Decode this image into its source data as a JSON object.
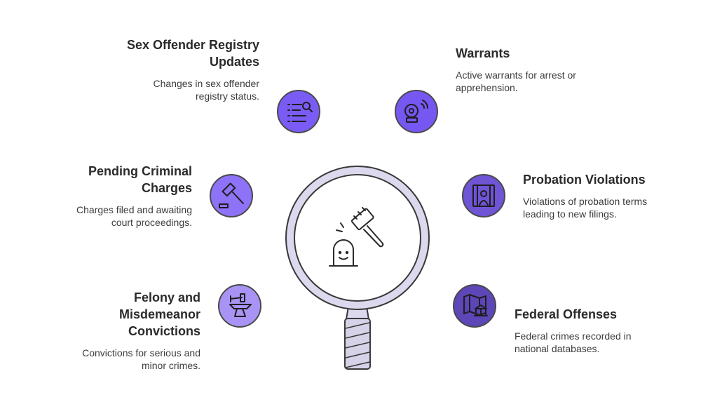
{
  "items": [
    {
      "title": "Sex Offender Registry Updates",
      "description": "Changes in sex offender registry status.",
      "icon": "registry-search-icon",
      "color": "#7a5cf5"
    },
    {
      "title": "Pending Criminal Charges",
      "description": "Charges filed and awaiting court proceedings.",
      "icon": "gavel-icon",
      "color": "#8e72f7"
    },
    {
      "title": "Felony and Misdemeanor Convictions",
      "description": "Convictions for serious and minor crimes.",
      "icon": "anvil-hammer-icon",
      "color": "#a994f6"
    },
    {
      "title": "Warrants",
      "description": "Active warrants for arrest or apprehension.",
      "icon": "alarm-siren-icon",
      "color": "#7657f2"
    },
    {
      "title": "Probation Violations",
      "description": "Violations of probation terms leading to new filings.",
      "icon": "prisoner-bars-icon",
      "color": "#6f54d6"
    },
    {
      "title": "Federal Offenses",
      "description": "Federal crimes recorded in national databases.",
      "icon": "federal-building-map-icon",
      "color": "#5d46b8"
    }
  ],
  "center": {
    "icon": "judge-gavel-magnifier-icon"
  }
}
